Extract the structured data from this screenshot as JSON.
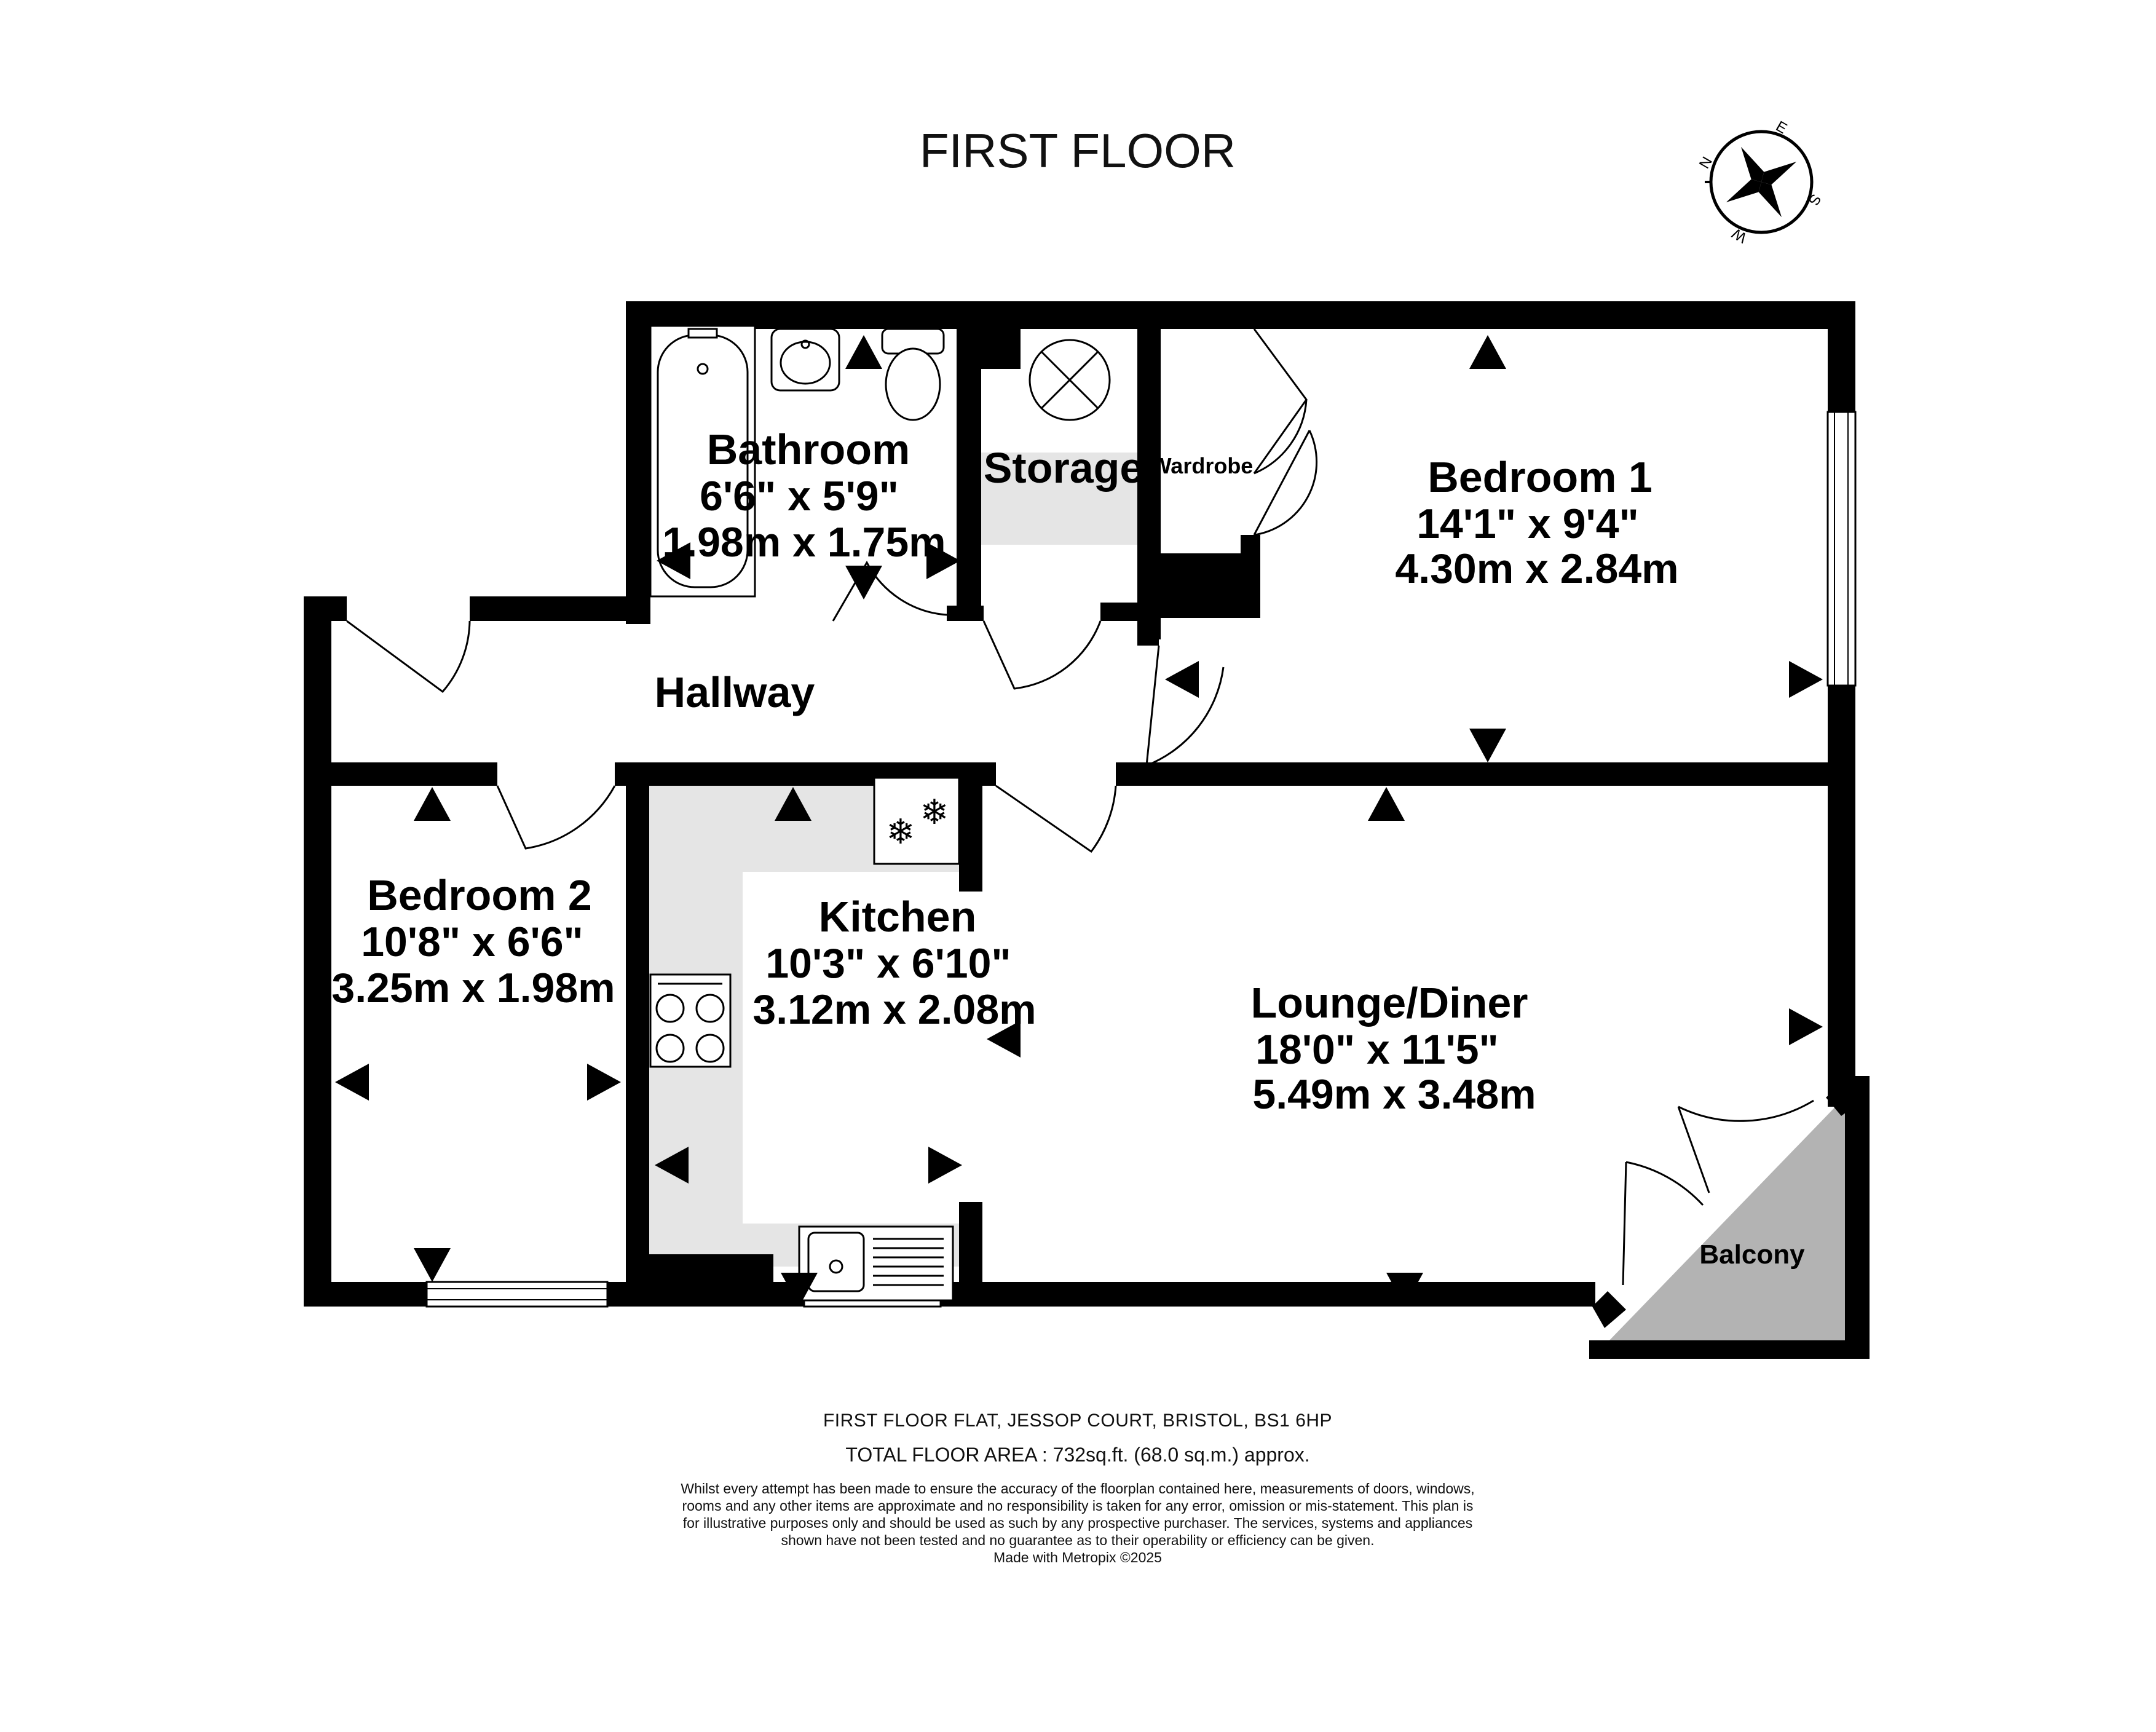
{
  "title": "FIRST FLOOR",
  "compass": {
    "letters": [
      "N",
      "E",
      "S",
      "W"
    ],
    "icon": "compass-rose-icon"
  },
  "colors": {
    "wall": "#000000",
    "kitchen_floor": "#e5e5e5",
    "storage_floor": "#e5e5e5",
    "balcony": "#b3b3b3"
  },
  "rooms": {
    "bathroom": {
      "name": "Bathroom",
      "imperial": "6'6\"  x 5'9\"",
      "metric": "1.98m  x 1.75m"
    },
    "storage": {
      "name": "Storage"
    },
    "wardrobe": {
      "name": "Wardrobe"
    },
    "bedroom1": {
      "name": "Bedroom 1",
      "imperial": "14'1\"  x 9'4\"",
      "metric": "4.30m  x 2.84m"
    },
    "hallway": {
      "name": "Hallway"
    },
    "bedroom2": {
      "name": "Bedroom 2",
      "imperial": "10'8\"  x 6'6\"",
      "metric": "3.25m  x 1.98m"
    },
    "kitchen": {
      "name": "Kitchen",
      "imperial": "10'3\"  x 6'10\"",
      "metric": "3.12m  x 2.08m"
    },
    "lounge": {
      "name": "Lounge/Diner",
      "imperial": "18'0\"  x 11'5\"",
      "metric": "5.49m  x 3.48m"
    },
    "balcony": {
      "name": "Balcony"
    }
  },
  "footer": {
    "address": "FIRST FLOOR FLAT, JESSOP COURT, BRISTOL, BS1 6HP",
    "total_area": "TOTAL FLOOR AREA : 732sq.ft. (68.0 sq.m.) approx.",
    "disclaimer": "Whilst every attempt has been made to ensure the accuracy of the floorplan contained here, measurements of doors, windows, rooms and any other items are approximate and no responsibility is taken for any error, omission or mis-statement. This plan is for illustrative purposes only and should be used as such by any prospective purchaser. The services, systems and appliances shown have not been tested and no guarantee as to their operability or efficiency can be given.",
    "credit": "Made with Metropix ©2025"
  }
}
